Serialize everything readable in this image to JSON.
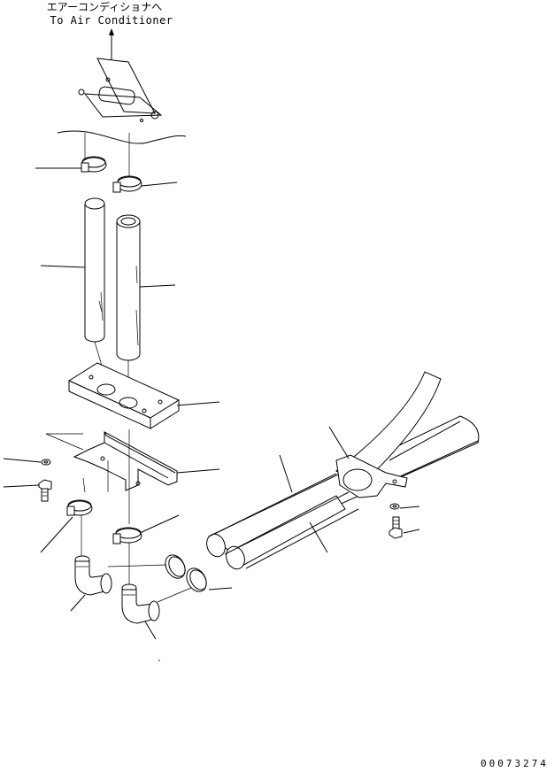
{
  "caption": {
    "line_jp": "エアーコンディショナへ",
    "line_en": "To Air Conditioner"
  },
  "drawing_number": "00073274"
}
